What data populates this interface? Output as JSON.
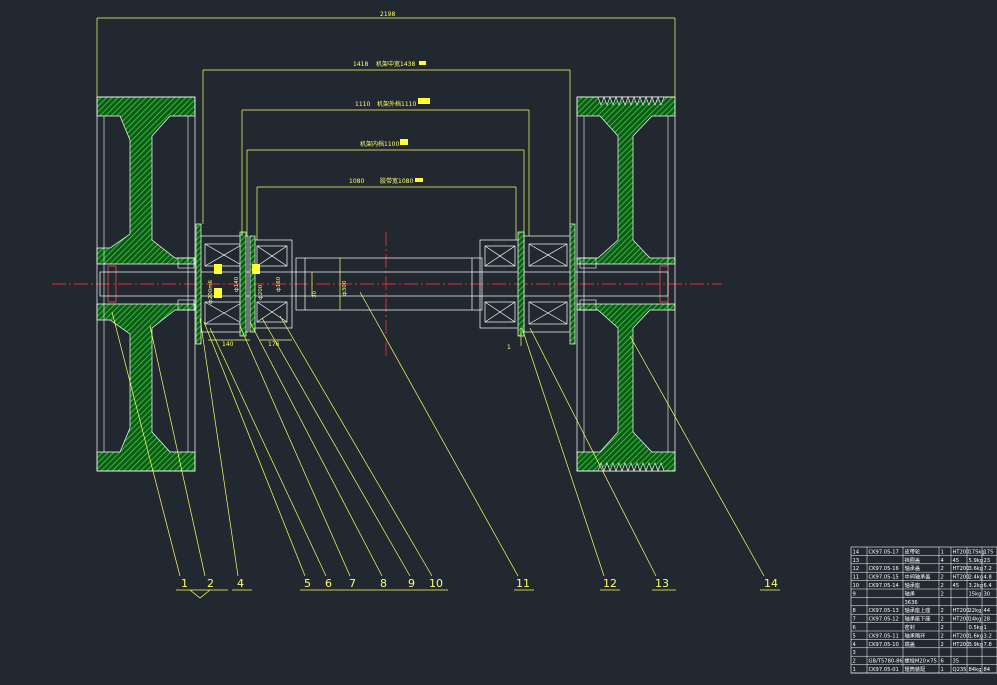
{
  "dimensions": {
    "overall": "2198",
    "frame_centre": "1418",
    "frame_centre_note": "机架中宽1438",
    "frame_outer": "1110",
    "frame_outer_note": "机架外档1110",
    "frame_inner_note": "机架内档1100",
    "belt_width": "1080",
    "belt_width_note": "胶带宽1080",
    "d1": "ф200m6",
    "d2": "ф140",
    "d3": "ф200",
    "d4": "ф160",
    "d5": "ф300",
    "w1": "140",
    "w2": "176",
    "h1": "30",
    "r1": "1",
    "r2": "1"
  },
  "balloons": [
    "1",
    "2",
    "4",
    "5",
    "6",
    "7",
    "8",
    "9",
    "10",
    "11",
    "12",
    "13",
    "14"
  ],
  "bom": [
    [
      "14",
      "CK97.05-17",
      "皮带轮",
      "1",
      "HT200",
      "175kg",
      "175"
    ],
    [
      "13",
      "",
      "挡圈盖",
      "4",
      "45",
      "5.9kg",
      "23"
    ],
    [
      "12",
      "CK97.05-16",
      "轴承盖",
      "2",
      "HT200",
      "3.6kg",
      "7.2"
    ],
    [
      "11",
      "CK97.05-15",
      "中间轴承盖",
      "2",
      "HT200",
      "2.4kg",
      "4.8"
    ],
    [
      "10",
      "CK97.05-14",
      "轴承座",
      "2",
      "45",
      "3.2kg",
      "6.4"
    ],
    [
      "9",
      "",
      "轴承",
      "2",
      "",
      "15kg",
      "30"
    ],
    [
      "",
      "",
      "3636",
      "",
      "",
      "",
      ""
    ],
    [
      "8",
      "CK97.05-13",
      "轴承座上座",
      "2",
      "HT200",
      "22kg",
      "44"
    ],
    [
      "7",
      "CK97.05-12",
      "轴承座下座",
      "2",
      "HT200",
      "14kg",
      "28"
    ],
    [
      "6",
      "",
      "密封",
      "2",
      "",
      "0.5kg",
      "1"
    ],
    [
      "5",
      "CK97.05-11",
      "轴承隔环",
      "2",
      "HT200",
      "1.6kg",
      "3.2"
    ],
    [
      "4",
      "CK97.05-10",
      "端盖",
      "2",
      "HT200",
      "3.9kg",
      "7.8"
    ],
    [
      "3",
      "",
      "",
      "",
      "",
      "",
      ""
    ],
    [
      "2",
      "GB/T5780-86",
      "螺栓M20×75",
      "6",
      "35",
      "",
      ""
    ],
    [
      "1",
      "CK97.05-01",
      "辊筒装配",
      "1",
      "Q235",
      "84kg",
      "84"
    ]
  ]
}
